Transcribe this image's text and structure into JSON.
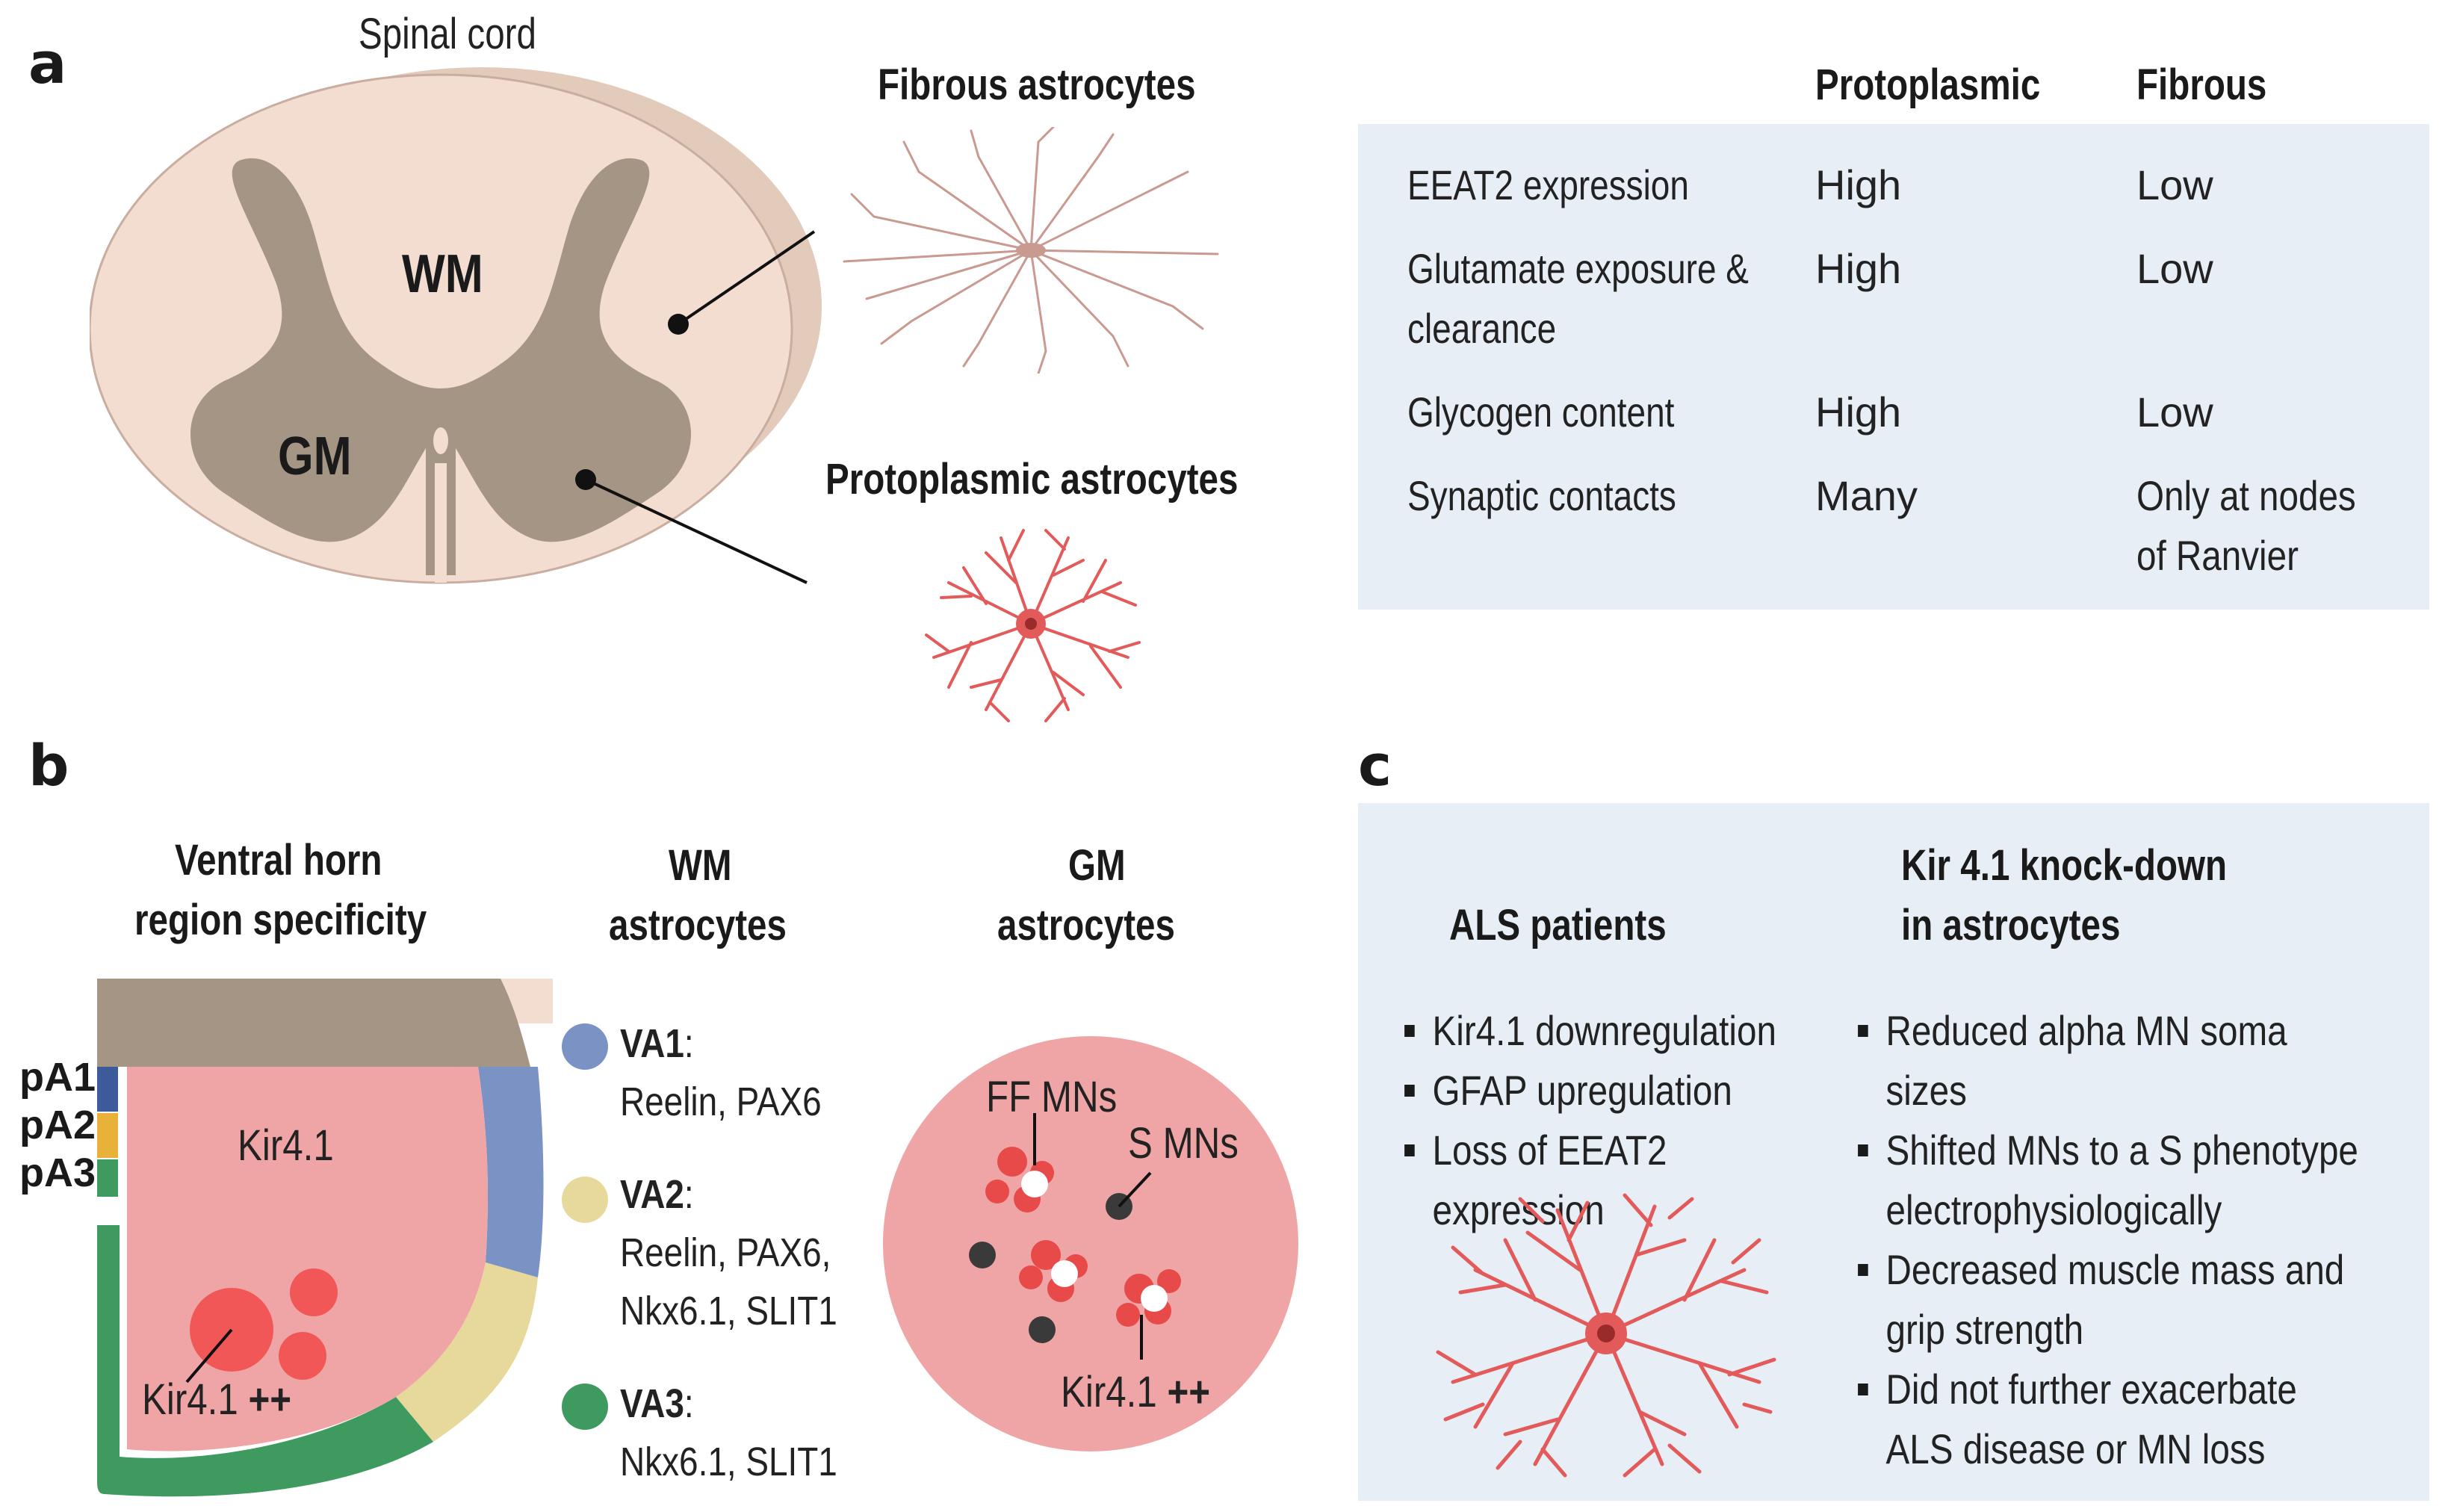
{
  "panel_a": {
    "letter": "a",
    "spinal_cord_label": "Spinal cord",
    "wm_label": "WM",
    "gm_label": "GM",
    "fibrous_title": "Fibrous astrocytes",
    "protoplasmic_title": "Protoplasmic astrocytes",
    "table": {
      "col_protoplasmic": "Protoplasmic",
      "col_fibrous": "Fibrous",
      "rows": [
        {
          "feature": "EEAT2 expression",
          "protoplasmic": "High",
          "fibrous": "Low"
        },
        {
          "feature": "Glutamate exposure & clearance",
          "protoplasmic": "High",
          "fibrous": "Low"
        },
        {
          "feature": "Glycogen content",
          "protoplasmic": "High",
          "fibrous": "Low"
        },
        {
          "feature": "Synaptic contacts",
          "protoplasmic": "Many",
          "fibrous": "Only at nodes of Ranvier"
        }
      ]
    }
  },
  "panel_b": {
    "letter": "b",
    "ventral_title_1": "Ventral horn",
    "ventral_title_2": "region specificity",
    "wm_title_1": "WM",
    "wm_title_2": "astrocytes",
    "gm_title_1": "GM",
    "gm_title_2": "astrocytes",
    "pa1": "pA1",
    "pa2": "pA2",
    "pa3": "pA3",
    "kir_label": "Kir4.1",
    "kir_pp_label": "Kir4.1",
    "plus": "++",
    "va": [
      {
        "name": "VA1",
        "markers": [
          "Reelin, PAX6"
        ],
        "color": "#7b93c4"
      },
      {
        "name": "VA2",
        "markers": [
          "Reelin, PAX6,",
          "Nkx6.1, SLIT1"
        ],
        "color": "#e6d99b"
      },
      {
        "name": "VA3",
        "markers": [
          "Nkx6.1, SLIT1"
        ],
        "color": "#3f9a60"
      }
    ],
    "ff_mns": "FF MNs",
    "s_mns": "S MNs",
    "gm_kir": "Kir4.1",
    "gm_plus": "++"
  },
  "panel_c": {
    "letter": "c",
    "als_title": "ALS patients",
    "kir_title_1": "Kir 4.1 knock-down",
    "kir_title_2": "in astrocytes",
    "als_items": [
      "Kir4.1 downregulation",
      "GFAP upregulation",
      "Loss of EEAT2 expression"
    ],
    "kir_items": [
      "Reduced alpha MN soma sizes",
      "Shifted MNs to a S phenotype electrophysiologically",
      "Decreased muscle mass and grip strength",
      "Did not further exacerbate ALS disease or MN loss"
    ]
  },
  "colors": {
    "table_bg": "#e8eef5",
    "cord_fill": "#f2ddd0",
    "gray_matter": "#a59585",
    "astro_red": "#e35a5a",
    "fibrous_line": "#c99a90",
    "kir_fill": "#efa5a5",
    "va1": "#7b93c4",
    "va2": "#e6d99b",
    "va3": "#3f9a60"
  }
}
